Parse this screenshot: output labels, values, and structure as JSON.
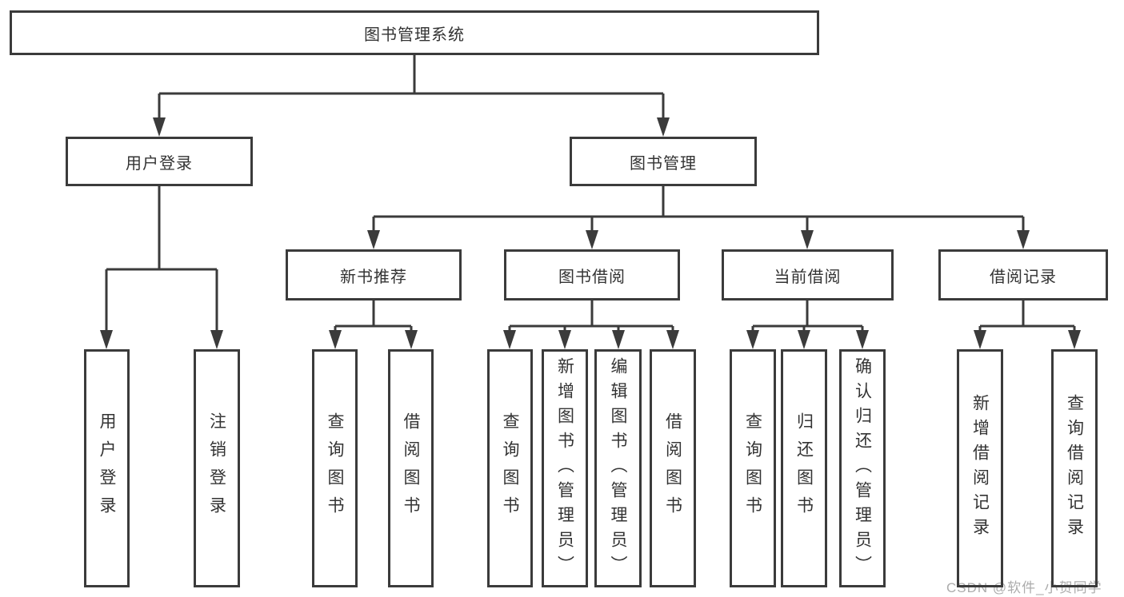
{
  "diagram_title": "图书管理系统",
  "colors": {
    "line": "#3b3b3b",
    "box_border": "#3b3b3b",
    "text": "#333333",
    "watermark": "#acacac",
    "background": "#ffffff"
  },
  "watermark": {
    "text": "CSDN @软件_小贺同学"
  },
  "tree": {
    "label": "图书管理系统",
    "children": [
      {
        "label": "用户登录",
        "children": [
          {
            "label": "用户登录"
          },
          {
            "label": "注销登录"
          }
        ]
      },
      {
        "label": "图书管理",
        "children": [
          {
            "label": "新书推荐",
            "children": [
              {
                "label": "查询图书"
              },
              {
                "label": "借阅图书"
              }
            ]
          },
          {
            "label": "图书借阅",
            "children": [
              {
                "label": "查询图书"
              },
              {
                "label": "新增图书（管理员）"
              },
              {
                "label": "编辑图书（管理员）"
              },
              {
                "label": "借阅图书"
              }
            ]
          },
          {
            "label": "当前借阅",
            "children": [
              {
                "label": "查询图书"
              },
              {
                "label": "归还图书"
              },
              {
                "label": "确认归还（管理员）"
              }
            ]
          },
          {
            "label": "借阅记录",
            "children": [
              {
                "label": "新增借阅记录"
              },
              {
                "label": "查询借阅记录"
              }
            ]
          }
        ]
      }
    ]
  }
}
